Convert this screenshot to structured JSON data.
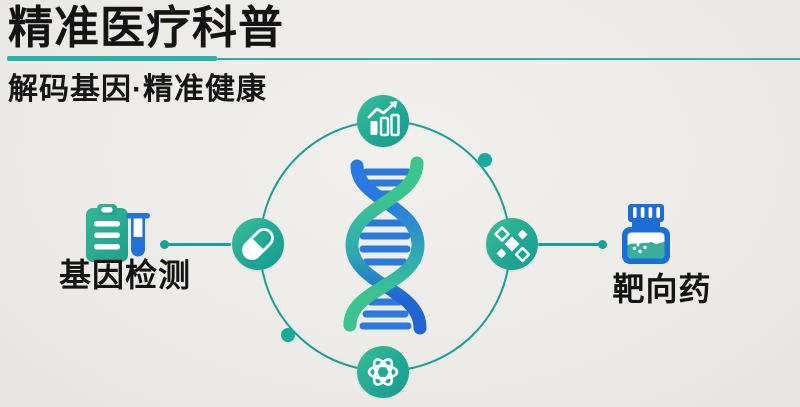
{
  "page": {
    "title": "精准医疗科普",
    "subtitle": "解码基因·精准健康"
  },
  "diagram": {
    "center": {
      "icon": "dna-double-helix"
    },
    "orbit": {
      "top_icon": "growth-chart",
      "left_icon": "capsule-pill",
      "right_icon": "molecule-diamonds",
      "bottom_icon": "atom"
    },
    "left_node": {
      "label": "基因检测",
      "icons": [
        "report-clipboard",
        "test-tube"
      ]
    },
    "right_node": {
      "label": "靶向药",
      "icons": [
        "medicine-bottle"
      ]
    }
  },
  "colors": {
    "accent_teal": "#1ca99b",
    "brand_blue": "#2273d8",
    "brand_green": "#3cc48f",
    "background": "#edebe8",
    "text": "#141414"
  }
}
